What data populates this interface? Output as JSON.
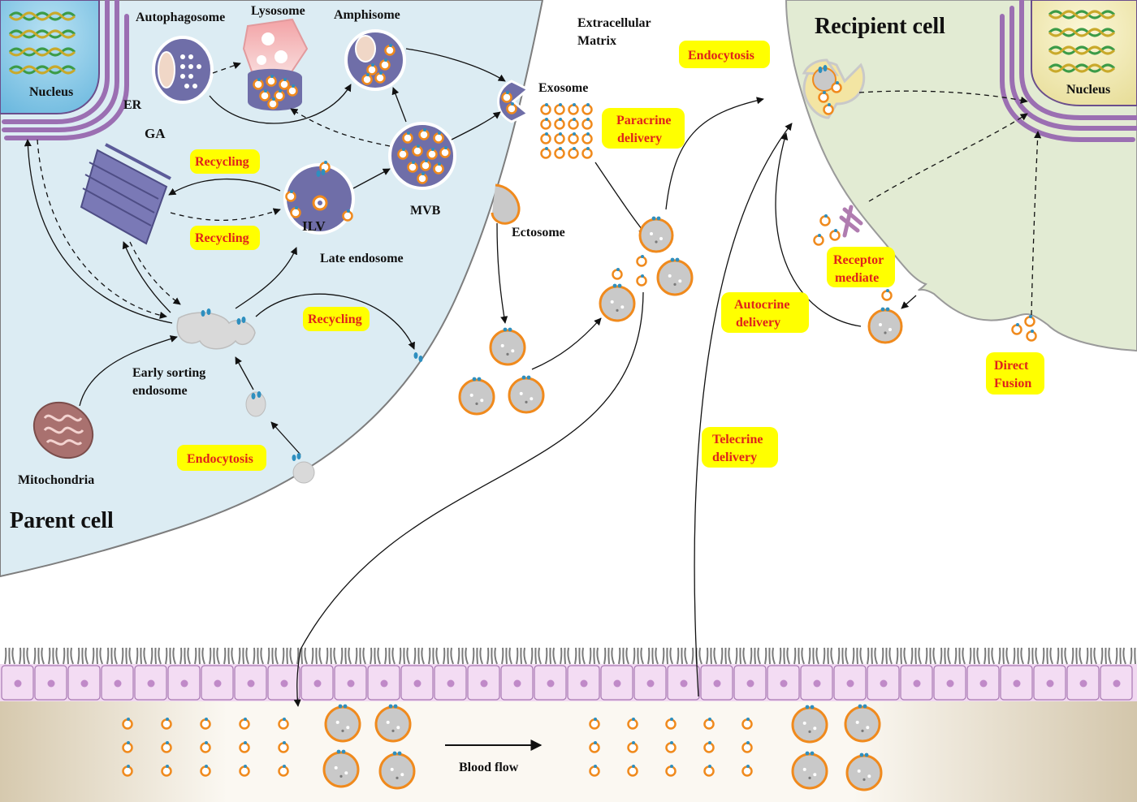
{
  "labels": {
    "nucleus_left": "Nucleus",
    "er": "ER",
    "autophagosome": "Autophagosome",
    "lysosome": "Lysosome",
    "amphisome": "Amphisome",
    "extracellular_line1": "Extracellular",
    "extracellular_line2": "Matrix",
    "recipient_cell": "Recipient cell",
    "nucleus_right": "Nucleus",
    "exosome": "Exosome",
    "ga": "GA",
    "mvb": "MVB",
    "ilv": "ILV",
    "late_endosome": "Late endosome",
    "ectosome": "Ectosome",
    "early_sorting_line1": "Early sorting",
    "early_sorting_line2": "endosome",
    "mitochondria": "Mitochondria",
    "parent_cell": "Parent cell",
    "blood_flow": "Blood flow"
  },
  "tags": {
    "recycling_1": "Recycling",
    "recycling_2": "Recycling",
    "recycling_3": "Recycling",
    "endocytosis_left": "Endocytosis",
    "endocytosis_top": "Endocytosis",
    "paracrine_line1": "Paracrine",
    "paracrine_line2": "delivery",
    "autocrine_line1": "Autocrine",
    "autocrine_line2": "delivery",
    "receptor_line1": "Receptor",
    "receptor_line2": "mediate",
    "direct_line1": "Direct",
    "direct_line2": "Fusion",
    "telecrine_line1": "Telecrine",
    "telecrine_line2": "delivery"
  },
  "colors": {
    "parent_cell_fill": "#dcecf3",
    "recipient_cell_fill": "#e2ebd3",
    "nucleus_blue": "#8ccbe8",
    "nucleus_yellow": "#f1ebb6",
    "er_purple": "#9b6fb2",
    "organelle_purple": "#6f6ea8",
    "vesicle_orange": "#f08a1d",
    "vesicle_gray": "#c9c9c9",
    "tag_yellow": "#ffff00",
    "tag_red": "#e0231a",
    "epithelium_pink": "#f1d8f1",
    "blood_band": "#d8ccb4",
    "cilia_gray": "#808080"
  }
}
